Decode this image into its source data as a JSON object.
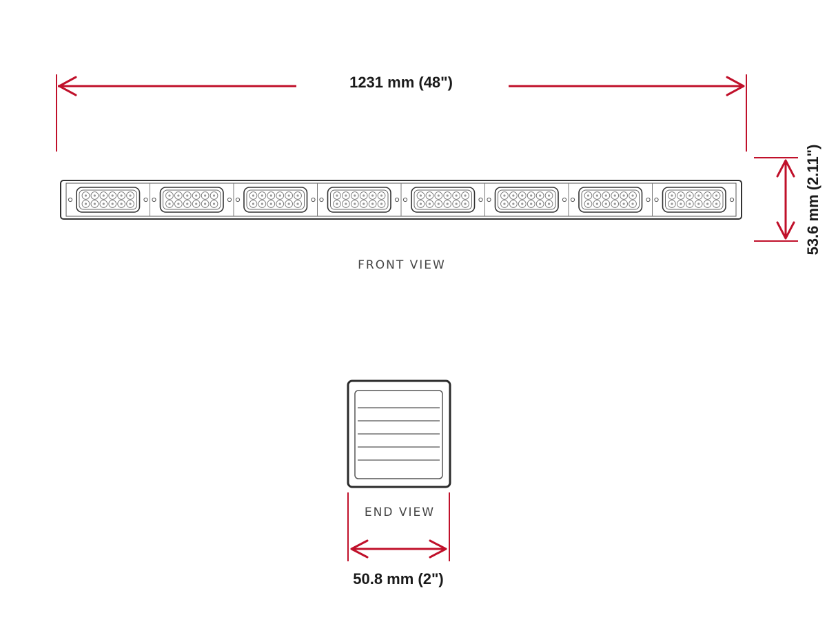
{
  "dimensions": {
    "length": "1231 mm (48\")",
    "height": "53.6 mm (2.11\")",
    "width": "50.8 mm (2\")"
  },
  "views": {
    "front": "FRONT VIEW",
    "end": "END VIEW"
  },
  "module_count": 8,
  "colors": {
    "dimension_line": "#c0102a",
    "outline": "#333333",
    "label": "#1a1a1a"
  }
}
